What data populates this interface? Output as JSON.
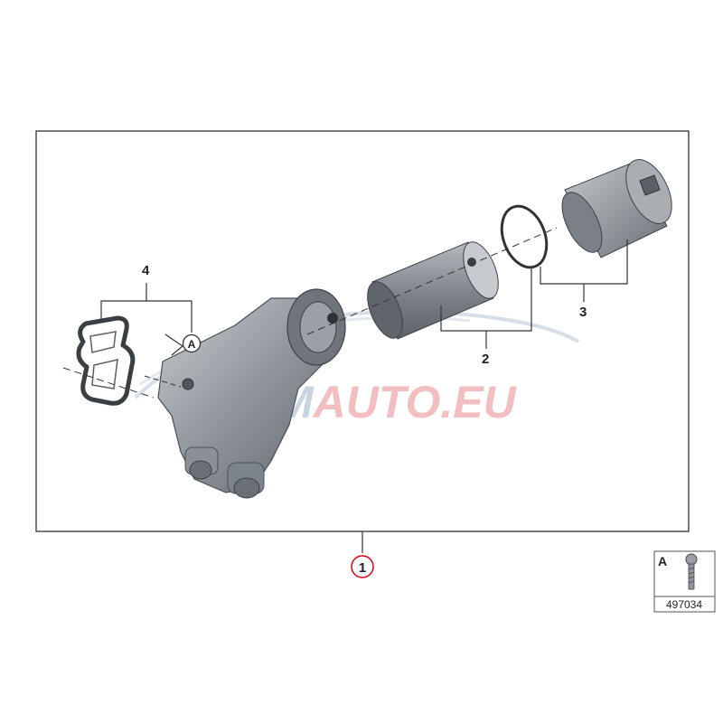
{
  "callouts": {
    "main": "1",
    "filter_element": "2",
    "filter_cap": "3",
    "gasket": "4",
    "ref_a": "A"
  },
  "legend": {
    "letter": "A",
    "code": "497034"
  },
  "watermark": {
    "prefix": "EMM",
    "suffix": "AUTO.EU",
    "colors": {
      "prefix": "#bfcdda",
      "suffix": "#f2b3b6"
    }
  },
  "colors": {
    "frame": "#333333",
    "part_gray": "#8f959b",
    "callout_red": "#e2001a"
  }
}
